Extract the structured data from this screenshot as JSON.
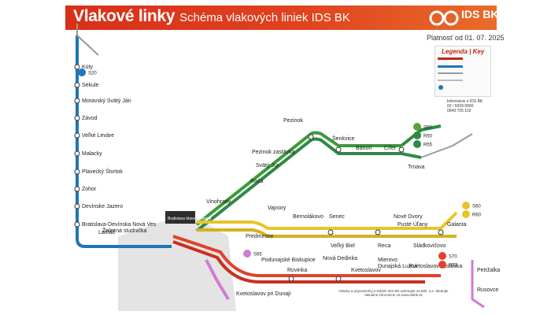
{
  "header": {
    "title": "Vlakové linky",
    "subtitle": "Schéma vlakových liniek IDS BK",
    "brand": "IDS BK",
    "validity": "Platnosť od 01. 07. 2025"
  },
  "legend": {
    "title": "Legenda",
    "title_alt": "Key"
  },
  "info": {
    "line1": "Informácie o IDS BK",
    "line2": "02 / 5939 0000",
    "line3": "0949 705 102"
  },
  "lines": [
    {
      "id": "S20",
      "label": "S20",
      "color": "#1e76b9"
    },
    {
      "id": "S50",
      "label": "S50",
      "color": "#5aa332"
    },
    {
      "id": "R50",
      "label": "R50",
      "color": "#2e8a45"
    },
    {
      "id": "R55",
      "label": "R55",
      "color": "#2e8a45"
    },
    {
      "id": "S60",
      "label": "S60",
      "color": "#e7c52a"
    },
    {
      "id": "R60",
      "label": "R60",
      "color": "#e7c52a"
    },
    {
      "id": "S70",
      "label": "S70",
      "color": "#e2412a"
    },
    {
      "id": "R70",
      "label": "R70",
      "color": "#e2412a"
    },
    {
      "id": "S65",
      "label": "S65",
      "color": "#d37ad1"
    }
  ],
  "stations": {
    "west": [
      "Kúty",
      "Sekule",
      "Moravský Svätý Ján",
      "Závod",
      "Veľké Leváre",
      "Malacky",
      "Plavecký Štvrtok",
      "Zohor",
      "Devínske Jazero",
      "Bratislava-Devínska Nová Ves"
    ],
    "ne": [
      "Pezinok",
      "Šenkvice",
      "Báhoň",
      "Cífer",
      "Trnava",
      "Pezinok zastávka",
      "Svätý Jur",
      "Rača"
    ],
    "east": [
      "Vajnory",
      "Senec",
      "Bernolákovo",
      "Veľký Biel",
      "Reca",
      "Nové Dvory",
      "Pusté Úľany",
      "Sládkovičovo",
      "Galanta"
    ],
    "se": [
      "Podunajské Biskupice",
      "Rovinka",
      "Nová Dedinka",
      "Kvetoslavov",
      "Mierovo",
      "Dunajská Lužná",
      "Kvetoslavov zastávka",
      "Kvetoslavov pri Dunaji"
    ],
    "misc": [
      "Bratislava hlavná stanica",
      "Predmestie",
      "Vinohrady",
      "Lamač",
      "Železná studnička",
      "Petržalka",
      "Rusovce"
    ]
  },
  "footer": "Otázky a pripomienky k linkám IDS BK adresujte na BID, a.s. Sledujte aktuálne informácie na www.idsbk.sk"
}
